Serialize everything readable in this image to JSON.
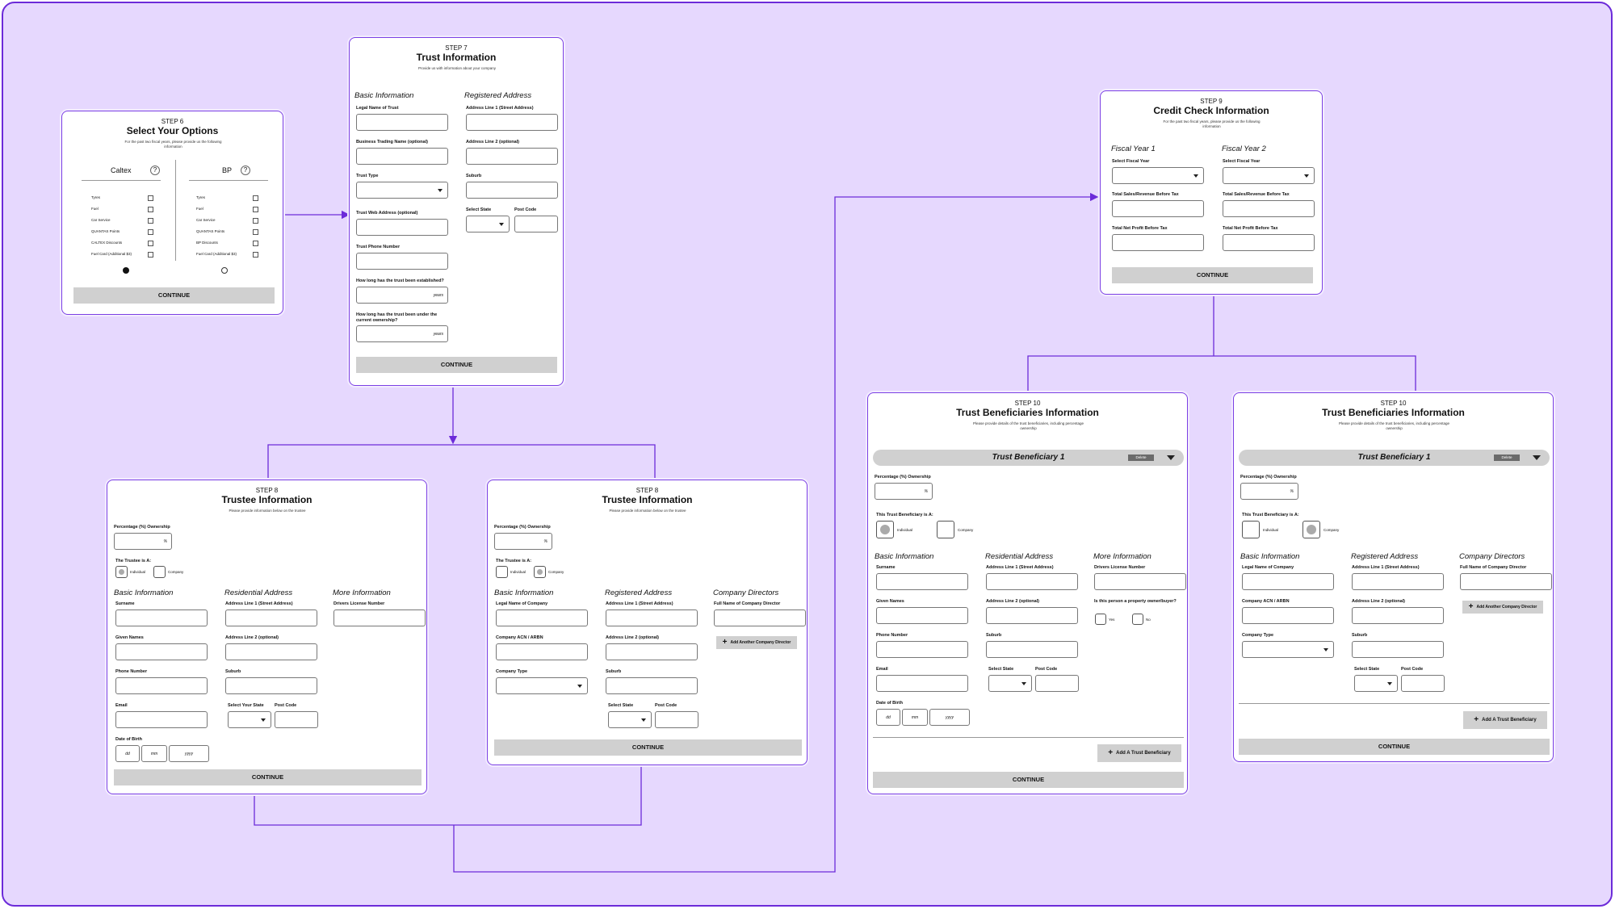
{
  "colors": {
    "canvas": "#e6d8fe",
    "border": "#6c2bd9",
    "button": "#d0d0d0"
  },
  "card6": {
    "step": "STEP 6",
    "title": "Select Your Options",
    "subtitle": "For the past two fiscal years, please provide us the following information",
    "caltex": "Caltex",
    "bp": "BP",
    "caltex_items": [
      "Tyres",
      "Fuel",
      "Car Service",
      "QUANTAS Points",
      "CALTEX Discounts",
      "Fuel Card (Additional $3)"
    ],
    "bp_items": [
      "Tyres",
      "Fuel",
      "Car Service",
      "QUANTAS Points",
      "BP Discounts",
      "Fuel Card (Additional $3)"
    ],
    "continue": "CONTINUE"
  },
  "card7": {
    "step": "STEP 7",
    "title": "Trust Information",
    "subtitle": "Provide us with information about your company",
    "basic": "Basic Information",
    "registered": "Registered Address",
    "legal_name": "Legal Name of Trust",
    "trading_name": "Business Trading Name (optional)",
    "trust_type": "Trust Type",
    "web": "Trust Web Address (optional)",
    "phone": "Trust Phone Number",
    "established": "How long has the trust been established?",
    "ownership": "How long has the trust been under the current ownership?",
    "years": "years",
    "addr1": "Address Line 1 (Street Address)",
    "addr2": "Address Line 2 (optional)",
    "suburb": "Suburb",
    "state": "Select State",
    "postcode": "Post Code",
    "continue": "CONTINUE"
  },
  "card8a": {
    "step": "STEP 8",
    "title": "Trustee Information",
    "subtitle": "Please provide information below on the trustee",
    "pct": "Percentage (%) Ownership",
    "pct_sym": "%",
    "trustee_is": "The Trustee is A:",
    "individual": "Individual",
    "company": "Company",
    "basic": "Basic Information",
    "residential": "Residential Address",
    "more": "More Information",
    "surname": "Surname",
    "given": "Given Names",
    "phone": "Phone Number",
    "email": "Email",
    "dob": "Date of Birth",
    "dd": "dd",
    "mm": "mm",
    "yyyy": "yyyy",
    "addr1": "Address Line 1 (Street Address)",
    "addr2": "Address Line 2 (optional)",
    "suburb": "Suburb",
    "state": "Select Your State",
    "postcode": "Post Code",
    "license": "Drivers License Number",
    "continue": "CONTINUE"
  },
  "card8b": {
    "step": "STEP 8",
    "title": "Trustee Information",
    "subtitle": "Please provide information below on the trustee",
    "pct": "Percentage (%) Ownership",
    "pct_sym": "%",
    "trustee_is": "The Trustee is A:",
    "individual": "Individual",
    "company": "Company",
    "basic": "Basic Information",
    "registered": "Registered Address",
    "directors": "Company Directors",
    "legal_company": "Legal Name of Company",
    "acn": "Company ACN / ARBN",
    "ctype": "Company Type",
    "addr1": "Address Line 1 (Street Address)",
    "addr2": "Address Line 2 (optional)",
    "suburb": "Suburb",
    "state": "Select State",
    "postcode": "Post Code",
    "director": "Full Name of Company Director",
    "add_director": "Add Another Company Director",
    "continue": "CONTINUE"
  },
  "card9": {
    "step": "STEP 9",
    "title": "Credit Check Information",
    "subtitle": "For the past two fiscal years, please provide us the following information",
    "fy1": "Fiscal Year 1",
    "fy2": "Fiscal Year 2",
    "select_fy": "Select Fiscal Year",
    "sales": "Total Sales/Revenue Before Tax",
    "profit": "Total Net Profit Before Tax",
    "continue": "CONTINUE"
  },
  "card10a": {
    "step": "STEP 10",
    "title": "Trust Beneficiaries Information",
    "subtitle": "Please provide details of the trust beneficiaries, including percentage ownership",
    "accordion": "Trust Beneficiary 1",
    "delete": "Delete",
    "pct": "Percentage (%) Ownership",
    "pct_sym": "%",
    "is_a": "This Trust Beneficiary is A:",
    "individual": "Individual",
    "company": "Company",
    "basic": "Basic Information",
    "residential": "Residential Address",
    "more": "More Information",
    "surname": "Surname",
    "given": "Given Names",
    "phone": "Phone Number",
    "email": "Email",
    "dob": "Date of Birth",
    "dd": "dd",
    "mm": "mm",
    "yyyy": "yyyy",
    "addr1": "Address Line 1 (Street Address)",
    "addr2": "Address Line 2 (optional)",
    "suburb": "Suburb",
    "state": "Select State",
    "postcode": "Post Code",
    "license": "Drivers License Number",
    "owner_q": "Is this person a property owner/buyer?",
    "yes": "Yes",
    "no": "No",
    "add_ben": "Add A Trust Beneficiary",
    "continue": "CONTINUE"
  },
  "card10b": {
    "step": "STEP 10",
    "title": "Trust Beneficiaries Information",
    "subtitle": "Please provide details of the trust beneficiaries, including percentage ownership",
    "accordion": "Trust Beneficiary 1",
    "delete": "Delete",
    "pct": "Percentage (%) Ownership",
    "pct_sym": "%",
    "is_a": "This Trust Beneficiary is A:",
    "individual": "Individual",
    "company": "Company",
    "basic": "Basic Information",
    "registered": "Registered Address",
    "directors": "Company Directors",
    "legal_company": "Legal Name of Company",
    "acn": "Company ACN / ARBN",
    "ctype": "Company Type",
    "addr1": "Address Line 1 (Street Address)",
    "addr2": "Address Line 2 (optional)",
    "suburb": "Suburb",
    "state": "Select State",
    "postcode": "Post Code",
    "director": "Full Name of Company Director",
    "add_director": "Add Another Company Director",
    "add_ben": "Add A Trust Beneficiary",
    "continue": "CONTINUE"
  }
}
